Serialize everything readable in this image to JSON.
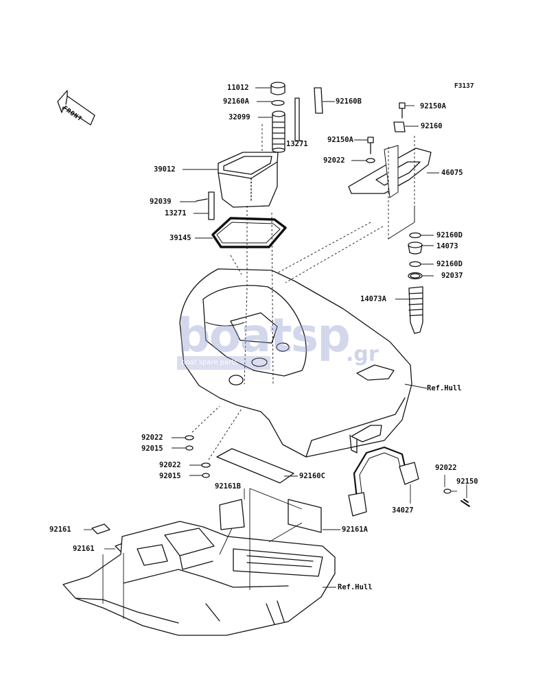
{
  "figure_code": "F3137",
  "front_arrow_label": "FRONT",
  "watermark": {
    "main": "boatsp",
    "sub": "boat spare parts",
    "tld": ".gr"
  },
  "parts": {
    "p11012": "11012",
    "p92160A": "92160A",
    "p32099": "32099",
    "p92160B": "92160B",
    "p13271a": "13271",
    "p39012": "39012",
    "p92039": "92039",
    "p13271b": "13271",
    "p39145": "39145",
    "p92150A_1": "92150A",
    "p92160": "92160",
    "p92150A_2": "92150A",
    "p92022_1": "92022",
    "p46075": "46075",
    "p92160D_1": "92160D",
    "p14073": "14073",
    "p92160D_2": "92160D",
    "p92037": "92037",
    "p14073A": "14073A",
    "p92022_2": "92022",
    "p92015_1": "92015",
    "p92022_3": "92022",
    "p92015_2": "92015",
    "p92160C": "92160C",
    "p92161B": "92161B",
    "p92022_4": "92022",
    "p92150": "92150",
    "p34027": "34027",
    "p92161_1": "92161",
    "p92161_2": "92161",
    "p92161A": "92161A"
  },
  "refs": {
    "hull_upper": "Ref.Hull",
    "hull_lower": "Ref.Hull"
  }
}
